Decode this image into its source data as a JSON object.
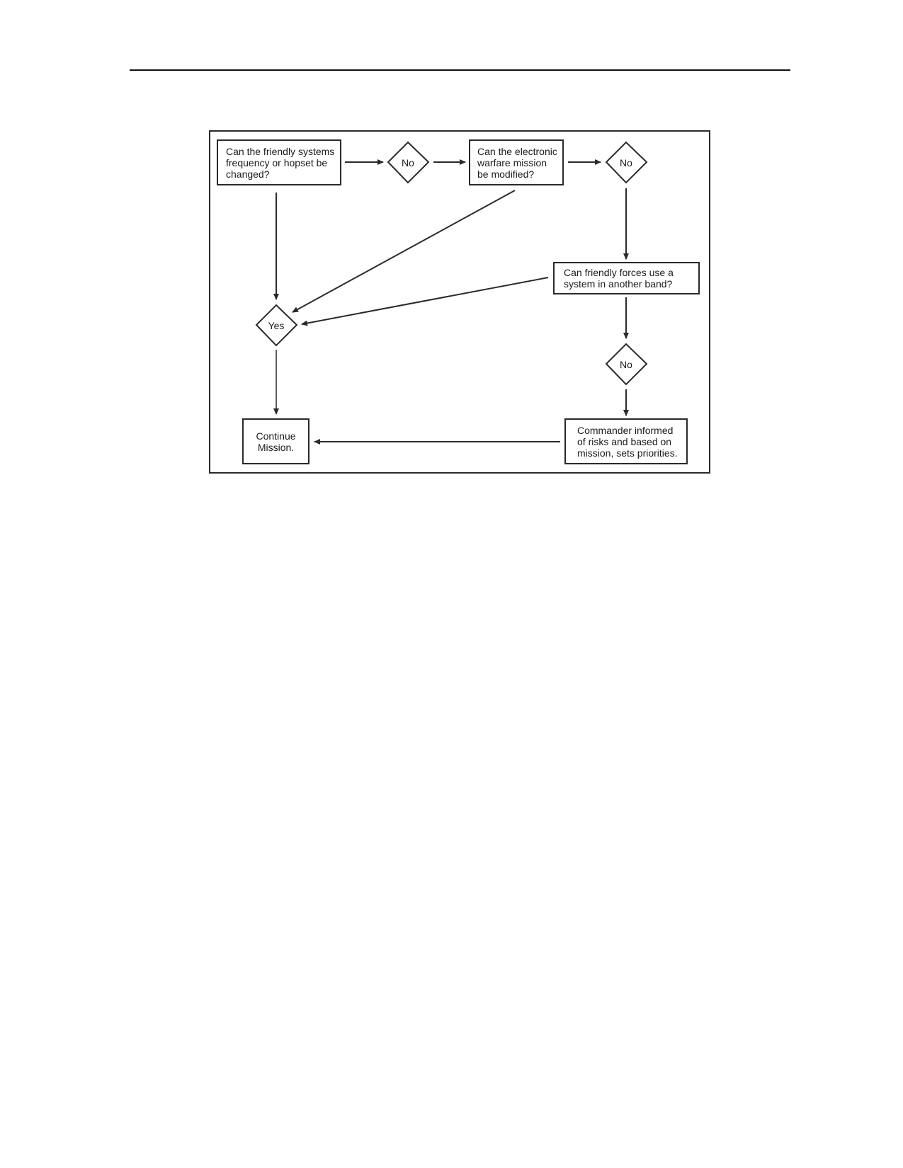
{
  "nodes": {
    "q_frequency": "Can the friendly systems\nfrequency or hopset be\nchanged?",
    "d_no_1": "No",
    "q_ew_mission": "Can the electronic\nwarfare mission\nbe modified?",
    "d_no_2": "No",
    "q_other_band": "Can friendly forces use a\nsystem in another band?",
    "d_yes": "Yes",
    "d_no_3": "No",
    "continue_mission": "Continue\nMission.",
    "commander_informed": "Commander informed\nof risks and based on\nmission, sets priorities."
  },
  "colors": {
    "stroke": "#2a2a2a",
    "text": "#1a1a1a",
    "background": "#ffffff"
  }
}
